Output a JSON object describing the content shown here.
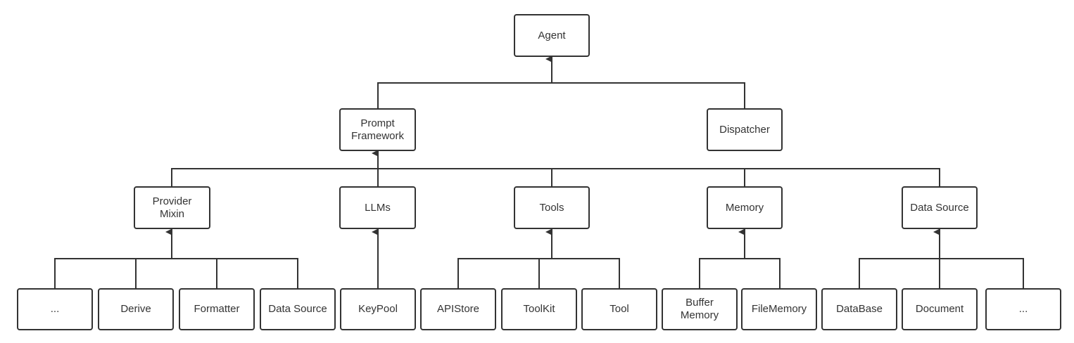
{
  "diagram": {
    "line_color": "#333333",
    "nodes": {
      "agent": "Agent",
      "prompt_framework": "Prompt\nFramework",
      "dispatcher": "Dispatcher",
      "provider_mixin": "Provider\nMixin",
      "llms": "LLMs",
      "tools": "Tools",
      "memory": "Memory",
      "data_source": "Data Source",
      "pm_more": "...",
      "derive": "Derive",
      "formatter": "Formatter",
      "pm_data_source": "Data Source",
      "keypool": "KeyPool",
      "apistore": "APIStore",
      "toolkit": "ToolKit",
      "tool": "Tool",
      "buffer_memory": "Buffer\nMemory",
      "filememory": "FileMemory",
      "database": "DataBase",
      "document": "Document",
      "ds_more": "..."
    }
  }
}
